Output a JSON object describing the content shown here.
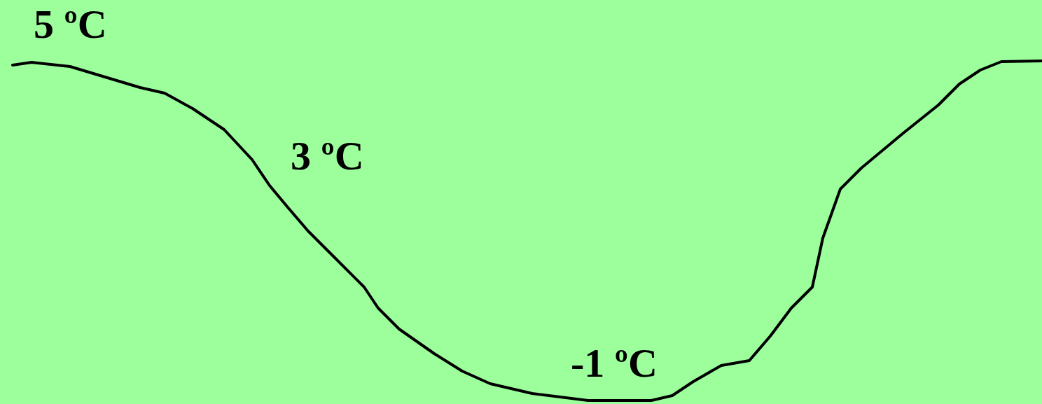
{
  "diagram": {
    "labels": [
      "5 ºC",
      "3 ºC",
      "-1 ºC"
    ]
  }
}
